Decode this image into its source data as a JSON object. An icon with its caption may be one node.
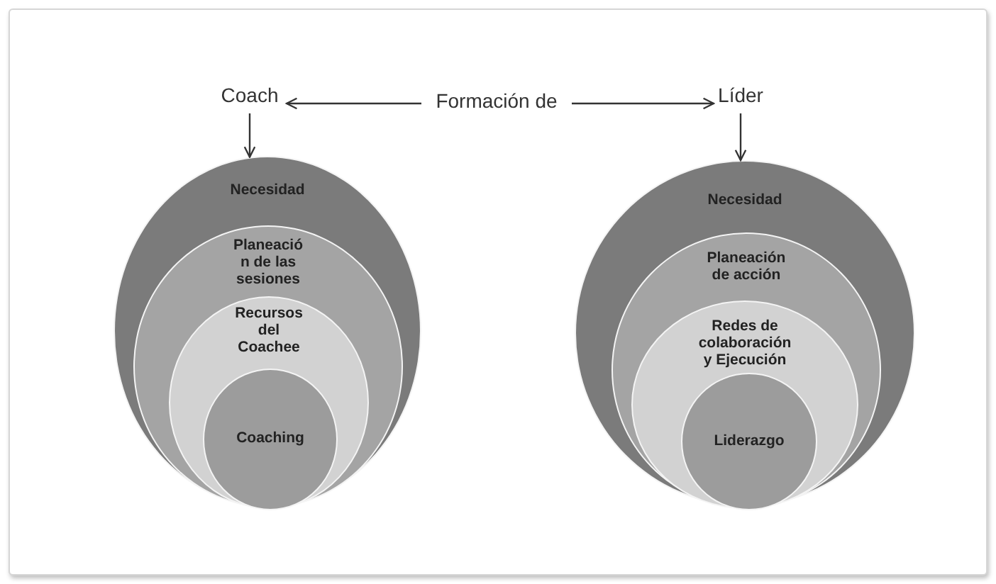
{
  "diagram": {
    "nodes": [
      {
        "text": [
          "Coach"
        ]
      },
      {
        "text": [
          "Formación de"
        ]
      },
      {
        "text": [
          "Líder"
        ]
      },
      {
        "text": [
          "Necesidad"
        ]
      },
      {
        "text": [
          "Planeación de las sesiones"
        ],
        "in": 3
      },
      {
        "text": [
          "Recursos del Coachee"
        ],
        "in": 4
      },
      {
        "text": [
          "Coaching"
        ],
        "in": 5
      },
      {
        "text": [
          "Necesidad"
        ]
      },
      {
        "text": [
          "Planeación de acción"
        ],
        "in": 7
      },
      {
        "text": [
          "Redes de colaboración y Ejecución"
        ],
        "in": 8
      },
      {
        "text": [
          "Liderazgo"
        ],
        "in": 9
      }
    ],
    "edges": [
      {
        "from": 1,
        "to": 0,
        "arrow": "to"
      },
      {
        "from": 1,
        "to": 2,
        "arrow": "to"
      },
      {
        "from": 0,
        "to": 3,
        "arrow": "to"
      },
      {
        "from": 2,
        "to": 7,
        "arrow": "to"
      }
    ]
  }
}
